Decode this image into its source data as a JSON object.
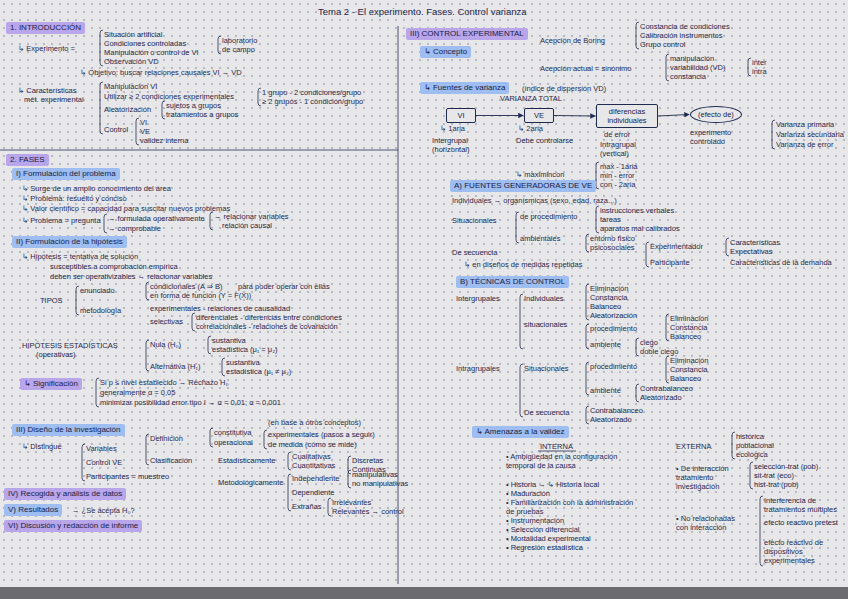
{
  "diagram": {
    "title": "Tema 2 - El experimento. Fases. Control varianza",
    "nodes": [
      {
        "text": [
          "1. INTRODUCCIÓN"
        ]
      },
      {
        "text": [
          "2. FASES"
        ]
      },
      {
        "text": [
          "I) Formulación del problema"
        ]
      },
      {
        "text": [
          "II) Formulación de la hipótesis"
        ]
      },
      {
        "text": [
          "↳ Significación"
        ]
      },
      {
        "text": [
          "III) Diseño de la investigación"
        ]
      },
      {
        "text": [
          "IV) Recogida y análisis de datos"
        ]
      },
      {
        "text": [
          "V) Resultados"
        ]
      },
      {
        "text": [
          "VI) Discusión y redacción de informe"
        ]
      },
      {
        "text": [
          "III) CONTROL EXPERIMENTAL"
        ]
      },
      {
        "text": [
          "↳ Concepto"
        ]
      },
      {
        "text": [
          "↳ Fuentes de varianza"
        ]
      },
      {
        "text": [
          "VI"
        ]
      },
      {
        "text": [
          "VE"
        ]
      },
      {
        "text": [
          "diferencias individuales"
        ]
      },
      {
        "text": [
          "(efecto de)"
        ]
      },
      {
        "text": [
          "A) FUENTES GENERADORAS DE VE"
        ]
      },
      {
        "text": [
          "B) TÉCNICAS DE CONTROL"
        ]
      },
      {
        "text": [
          "↳ Amenazas a la validez"
        ]
      }
    ],
    "edges": [
      {
        "from": 12,
        "to": 13,
        "arrow": "to"
      },
      {
        "from": 13,
        "to": 14,
        "arrow": "to"
      },
      {
        "from": 14,
        "to": 15,
        "arrow": "to"
      }
    ],
    "labels": [
      "↳ Experimento =",
      "Situación artificial",
      "Condiciones controladas",
      "Manipulación o control de VI",
      "Observación VD",
      "laboratorio",
      "de campo",
      "↳ Objetivo: buscar relaciones causales VI → VD",
      "↳ Características",
      "mét. experimental",
      "Manipulación VI",
      "Utilizar ≥ 2 condiciones experimentales",
      "1 grupo - 2 condiciones/grupo",
      "≥ 2 grupos - 1 condición/grupo",
      "Aleatorización",
      "sujetos a grupos",
      "tratamientos a grupos",
      "Control",
      "VI",
      "VE",
      "validez interna",
      "↳ Surge de un amplio conocimiento del área",
      "↳ Problema: resuelto y conciso",
      "↳ Valor científico = capacidad para suscitar nuevos problemas",
      "↳ Problema = pregunta",
      "→ formulada operativamente",
      "→ comprobable",
      "→ relacionar variables",
      "relación causal",
      "↳ Hipótesis = tentativa de solución",
      "susceptibles a comprobación empírica",
      "deben ser operativizables → relacionar variables",
      "TIPOS",
      "enunciado",
      "condicionales (A ⇒ B)",
      "para poder operar con ellas",
      "en forma de función (Y = F(X))",
      "metodología",
      "experimentales - relaciones de causalidad",
      "selectivas",
      "diferenciales - diferencias entre condiciones",
      "correlacionales - relaciones de covariación",
      "HIPÓTESIS ESTADÍSTICAS",
      "(operativas)",
      "Nula (H₀)",
      "sustantiva",
      "estadística (μ₁ = μ₂)",
      "Alternativa (H₁)",
      "sustantiva",
      "estadística (μ₁ ≠ μ₂)",
      "Si p ≤ nivel establecido → Rechazo H₀",
      "generalmente α = 0,05",
      "minimizar posibilidad error tipo I → α = 0,01; α = 0,001",
      "↳ Distingue",
      "Variables",
      "Control VE",
      "Participantes = muestreo",
      "Definición",
      "constitutiva",
      "operacional",
      "(en base a otros conceptos)",
      "experimentales (pasos a seguir)",
      "de medida (cómo se mide)",
      "Clasificación",
      "Estadísticamente",
      "Cualitativas",
      "Cuantitativas",
      "Discretas",
      "Continuas",
      "Metodológicamente",
      "Independiente",
      "manipulativas",
      "no manipulativas",
      "Dependiente",
      "Extrañas",
      "Irrelevantes",
      "Relevantes → control",
      "→ ¿Se acepta H₀?",
      "Acepción de Boring",
      "Constancia de condiciones",
      "Calibración instrumentos",
      "Grupo control",
      "Acepción actual = sinónimo",
      "manipulación",
      "variabilidad (VD)",
      "constancia",
      "inter",
      "intra",
      "(índice de dispersión VD)",
      "VARIANZA TOTAL",
      "↳ 1aria",
      "↳ 2aria",
      "de error",
      "Intergrupal (horizontal)",
      "Debe controlarse",
      "Intragrupal (vertical)",
      "experimento controlado",
      "Varianza primaria",
      "Varianza secundaria",
      "Varianza de error",
      "↳ maximincon",
      "max - 1aria",
      "min - error",
      "con - 2aria",
      "Individuales → organísmicas (sexo, edad, raza...)",
      "Situacionales",
      "de procedimiento",
      "instrucciones verbales",
      "tareas",
      "aparatos mal calibrados",
      "ambientales",
      "entorno físico",
      "psicosociales",
      "Experimentador",
      "Características",
      "Expectativas",
      "Participante",
      "Características de la demanda",
      "De secuencia",
      "↳ en diseños de medidas repetidas",
      "Intergrupales",
      "Individuales",
      "Eliminación",
      "Constancia",
      "Balanceo",
      "Aleatorización",
      "situacionales",
      "procedimiento",
      "Eliminación",
      "Constancia",
      "Balanceo",
      "ambiente",
      "ciego",
      "doble ciego",
      "Intragrupales",
      "Situacionales",
      "procedimiento",
      "Eliminación",
      "Constancia",
      "Balanceo",
      "ambiente",
      "Contrabalanceo",
      "Aleatorizado",
      "De secuencia",
      "Contrabalanceo",
      "Aleatorizado",
      "INTERNA",
      "• Ambigüedad en la configuración temporal de la causa",
      "• Historia → ↳ Historia local",
      "• Maduración",
      "• Familiarización con la administración de pruebas",
      "• Instrumentación",
      "• Selección diferencial",
      "• Mortalidad experimental",
      "• Regresión estadística",
      "EXTERNA",
      "histórica",
      "poblacional",
      "ecológica",
      "• De interacción tratamiento investigación",
      "selección-trat (pob)",
      "sit-trat (eco)",
      "hist-trat (pob)",
      "• No relacionadas con interacción",
      "Interferencia de tratamientos múltiples",
      "efecto reactivo pretest",
      "efecto reactivo de dispositivos experimentales"
    ]
  }
}
